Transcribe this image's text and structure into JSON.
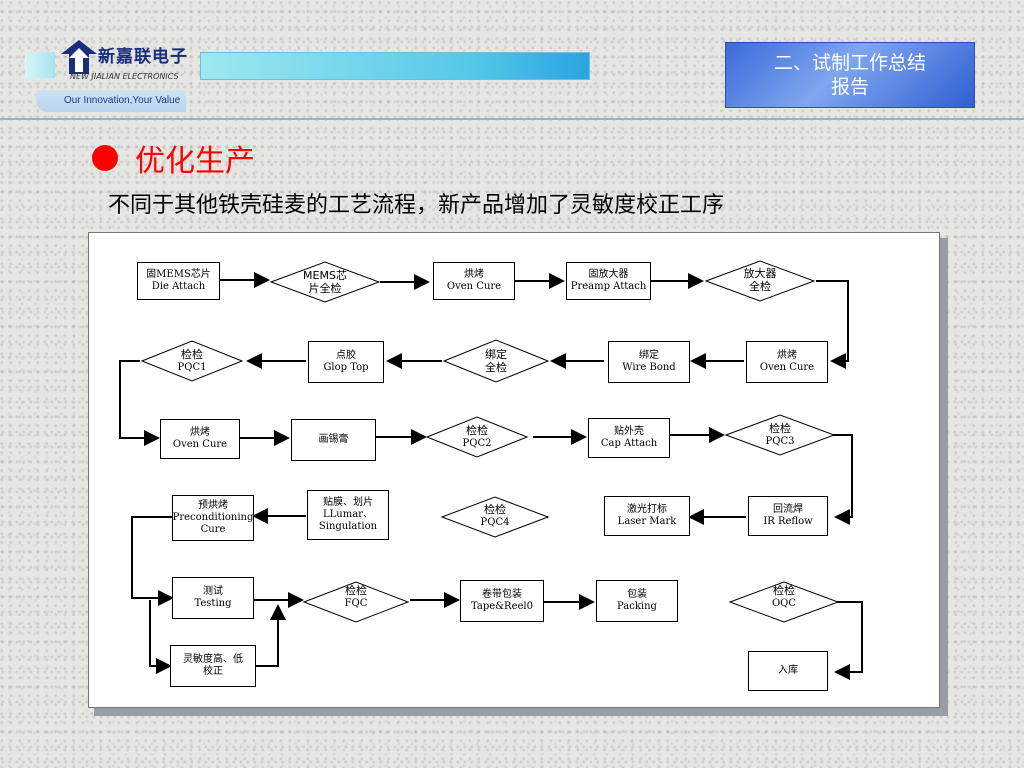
{
  "header": {
    "company_name": "新嘉联电子",
    "company_en": "NEW JIALIAN ELECTRONICS",
    "slogan": "Our Innovation,Your Value",
    "section_badge_line1": "二、试制工作总结",
    "section_badge_line2": "报告"
  },
  "content": {
    "heading": "优化生产",
    "description": "不同于其他铁壳硅麦的工艺流程，新产品增加了灵敏度校正工序"
  },
  "flow": {
    "die_attach": {
      "zh": "固MEMS芯片",
      "en": "Die Attach"
    },
    "mems_check": {
      "zh": "MEMS芯",
      "zh2": "片全检"
    },
    "oven_cure_1": {
      "zh": "烘烤",
      "en": "Oven Cure"
    },
    "preamp_attach": {
      "zh": "固放大器",
      "en": "Preamp Attach"
    },
    "amp_check": {
      "zh": "放大器",
      "zh2": "全检"
    },
    "oven_cure_2": {
      "zh": "烘烤",
      "en": "Oven Cure"
    },
    "wire_bond": {
      "zh": "绑定",
      "en": "Wire Bond"
    },
    "bond_check": {
      "zh": "绑定",
      "zh2": "全检"
    },
    "glop_top": {
      "zh": "点胶",
      "en": "Glop Top"
    },
    "pqc1": {
      "zh": "检检",
      "en": "PQC1"
    },
    "oven_cure_3": {
      "zh": "烘烤",
      "en": "Oven Cure"
    },
    "solder_paste": {
      "zh": "画锡膏"
    },
    "pqc2": {
      "zh": "检检",
      "en": "PQC2"
    },
    "cap_attach": {
      "zh": "贴外壳",
      "en": "Cap Attach"
    },
    "pqc3": {
      "zh": "检检",
      "en": "PQC3"
    },
    "ir_reflow": {
      "zh": "回流焊",
      "en": "IR Reflow"
    },
    "laser_mark": {
      "zh": "激光打标",
      "en": "Laser Mark"
    },
    "pqc4": {
      "zh": "检检",
      "en": "PQC4"
    },
    "singulation": {
      "zh": "贴膜、划片",
      "en": "LLumar、",
      "en2": "Singulation"
    },
    "precondition": {
      "zh": "预烘烤",
      "en": "Preconditioning",
      "en2": "Cure"
    },
    "testing": {
      "zh": "测试",
      "en": "Testing"
    },
    "fqc": {
      "zh": "检检",
      "en": "FQC"
    },
    "tape_reel": {
      "zh": "卷带包装",
      "en": "Tape&Reel0"
    },
    "packing": {
      "zh": "包装",
      "en": "Packing"
    },
    "oqc": {
      "zh": "检检",
      "en": "OQC"
    },
    "calibration": {
      "zh": "灵敏度高、低",
      "zh2": "校正"
    },
    "warehouse": {
      "zh": "入库"
    }
  }
}
